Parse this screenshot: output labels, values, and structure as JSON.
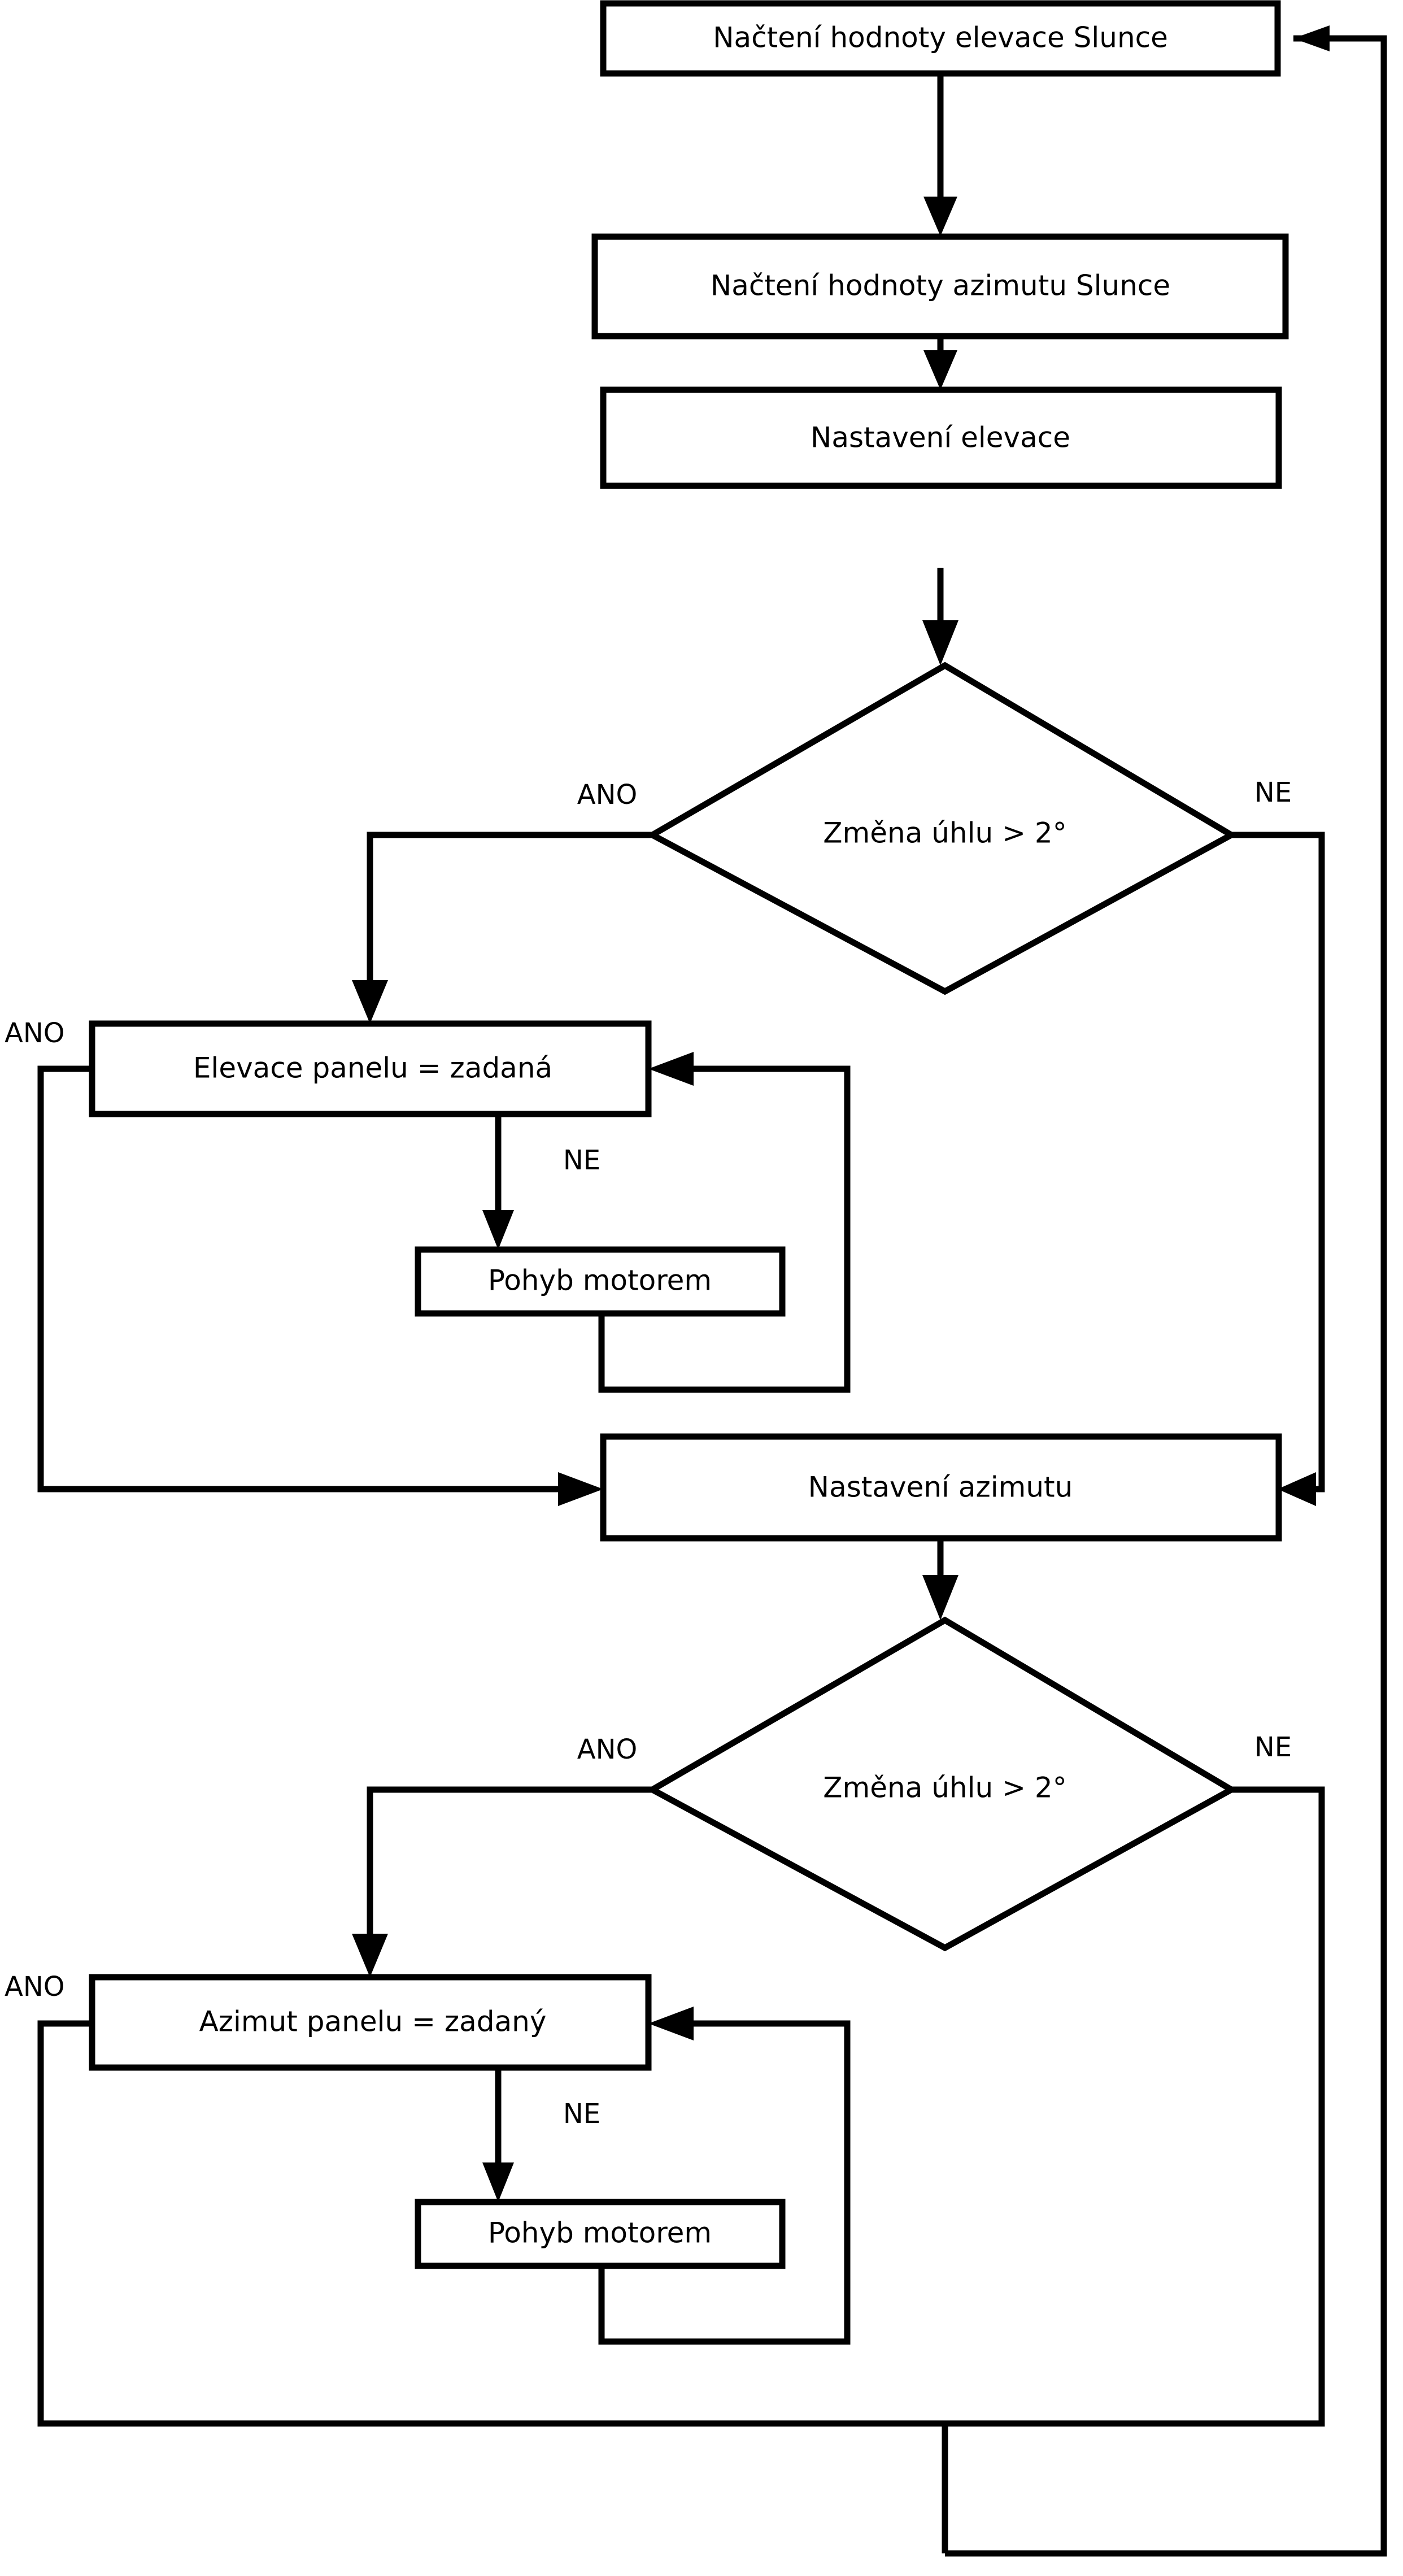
{
  "diagram": {
    "title": "Vyvojovy diagram rizeni solarniho trackeru",
    "type": "flowchart",
    "language": "cs",
    "background_color": "#ffffff",
    "line_color": "#000000",
    "fill_color": "#ffffff"
  },
  "nodes": {
    "read_elevation": {
      "label": "Načtení hodnoty elevace Slunce",
      "shape": "process"
    },
    "read_azimuth": {
      "label": "Načtení hodnoty azimutu Slunce",
      "shape": "process"
    },
    "set_elevation": {
      "label": "Nastavení elevace",
      "shape": "process"
    },
    "decision_elevation": {
      "label": "Změna úhlu > 2°",
      "shape": "decision"
    },
    "elevation_equals": {
      "label": "Elevace panelu = zadaná",
      "shape": "process"
    },
    "motor_move_elevation": {
      "label": "Pohyb motorem",
      "shape": "process"
    },
    "set_azimuth": {
      "label": "Nastavení azimutu",
      "shape": "process"
    },
    "decision_azimuth": {
      "label": "Změna úhlu > 2°",
      "shape": "decision"
    },
    "azimuth_equals": {
      "label": "Azimut panelu = zadaný",
      "shape": "process"
    },
    "motor_move_azimuth": {
      "label": "Pohyb motorem",
      "shape": "process"
    }
  },
  "edge_labels": {
    "elev_decision_yes": "ANO",
    "elev_decision_no": "NE",
    "elev_equals_yes": "ANO",
    "elev_equals_no": "NE",
    "azim_decision_yes": "ANO",
    "azim_decision_no": "NE",
    "azim_equals_yes": "ANO",
    "azim_equals_no": "NE"
  }
}
